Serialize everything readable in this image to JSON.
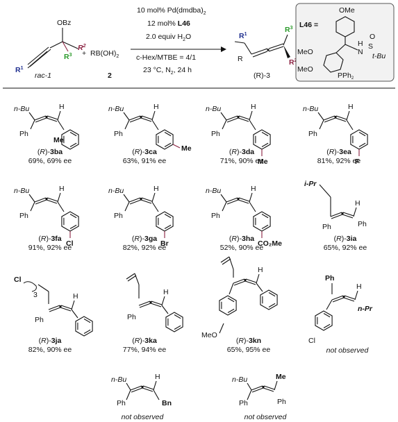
{
  "scheme": {
    "reactant1_label": "rac-1",
    "reactant1_obz": "OBz",
    "reactant1_r1": "R",
    "reactant1_r1_sup": "1",
    "reactant1_r2": "R",
    "reactant1_r2_sup": "2",
    "reactant1_r3": "R",
    "reactant1_r3_sup": "3",
    "plus": "+",
    "reactant2": "RB(OH)",
    "reactant2_sub": "2",
    "reactant2_label": "2",
    "conditions": {
      "line1": "10 mol% Pd(dmdba)",
      "line1_sub": "2",
      "line2a": "12 mol% ",
      "line2b": "L46",
      "line3a": "2.0 equiv H",
      "line3_sub": "2",
      "line3b": "O",
      "line4": "c-Hex/MTBE = 4/1",
      "line5": "23 °C, N",
      "line5_sub": "2",
      "line5b": ", 24 h"
    },
    "product_label": "(R)-3",
    "product_r": "R",
    "ligand": {
      "name": "L46 =",
      "ome_top": "OMe",
      "meo1": "MeO",
      "meo2": "MeO",
      "nh": "N",
      "h": "H",
      "s": "S",
      "o": "O",
      "tbu": "t-Bu",
      "pph2": "PPh",
      "pph2_sub": "2"
    }
  },
  "examples": [
    {
      "id": "3ba",
      "name": "(R)-3ba",
      "result": "69%, 69% ee",
      "tag": "Me",
      "top": "n-Bu",
      "left": "Ph"
    },
    {
      "id": "3ca",
      "name": "(R)-3ca",
      "result": "63%, 91% ee",
      "tag": "Me",
      "top": "n-Bu",
      "left": "Ph"
    },
    {
      "id": "3da",
      "name": "(R)-3da",
      "result": "71%, 90% ee",
      "tag": "Me",
      "top": "n-Bu",
      "left": "Ph"
    },
    {
      "id": "3ea",
      "name": "(R)-3ea",
      "result": "81%, 92% ee",
      "tag": "F",
      "top": "n-Bu",
      "left": "Ph"
    },
    {
      "id": "3fa",
      "name": "(R)-3fa",
      "result": "91%, 92% ee",
      "tag": "Cl",
      "top": "n-Bu",
      "left": "Ph"
    },
    {
      "id": "3ga",
      "name": "(R)-3ga",
      "result": "82%, 92% ee",
      "tag": "Br",
      "top": "n-Bu",
      "left": "Ph"
    },
    {
      "id": "3ha",
      "name": "(R)-3ha",
      "result": "52%, 90% ee",
      "tag": "CO2Me",
      "top": "n-Bu",
      "left": "Ph"
    },
    {
      "id": "3ia",
      "name": "(R)-3ia",
      "result": "65%, 92% ee",
      "tag": "i-Pr",
      "left": "Ph",
      "right": "Ph"
    },
    {
      "id": "3ja",
      "name": "(R)-3ja",
      "result": "82%, 90% ee",
      "tag": "Cl",
      "sub": "3",
      "left": "Ph"
    },
    {
      "id": "3ka",
      "name": "(R)-3ka",
      "result": "77%, 94% ee",
      "left": "Ph"
    },
    {
      "id": "3kn",
      "name": "(R)-3kn",
      "result": "65%, 95% ee",
      "tag": "MeO"
    },
    {
      "id": "np1",
      "result": "not observed",
      "top": "Ph",
      "tag": "n-Pr",
      "left": "Cl"
    },
    {
      "id": "np2",
      "result": "not observed",
      "top": "n-Bu",
      "left": "Ph",
      "tag": "Bn"
    },
    {
      "id": "np3",
      "result": "not observed",
      "top": "n-Bu",
      "left": "Ph",
      "right": "Ph",
      "tag2": "Me"
    }
  ],
  "colors": {
    "blue": "#1f2f8f",
    "red": "#8a2040",
    "green": "#2a9a2a"
  }
}
